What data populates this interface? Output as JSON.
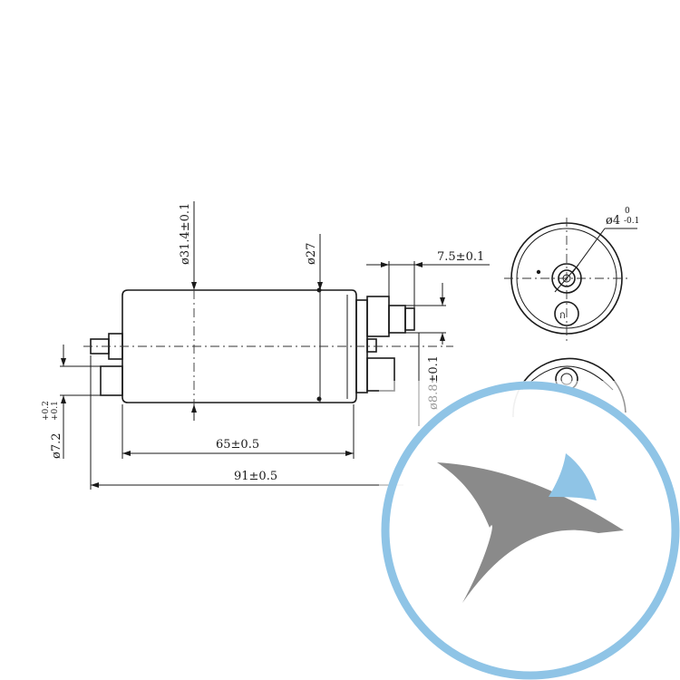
{
  "dimensions": {
    "body_diameter": "ø31.4±0.1",
    "front_diameter": "ø27",
    "outlet_offset": "7.5±0.1",
    "outlet_diameter_main": "ø8.8±0.1",
    "inlet_diameter_main": "ø7.2",
    "inlet_tol_upper": "+0.2",
    "inlet_tol_lower": "+0.1",
    "hole_diameter_main": "ø4",
    "hole_tol_upper": "0",
    "hole_tol_lower": "-0.1",
    "body_length": "65±0.5",
    "total_length": "91±0.5"
  },
  "colors": {
    "logo_ring": "#8fc4e6",
    "bird_body": "#8a8a8a",
    "bird_wing": "#8fc4e6"
  }
}
